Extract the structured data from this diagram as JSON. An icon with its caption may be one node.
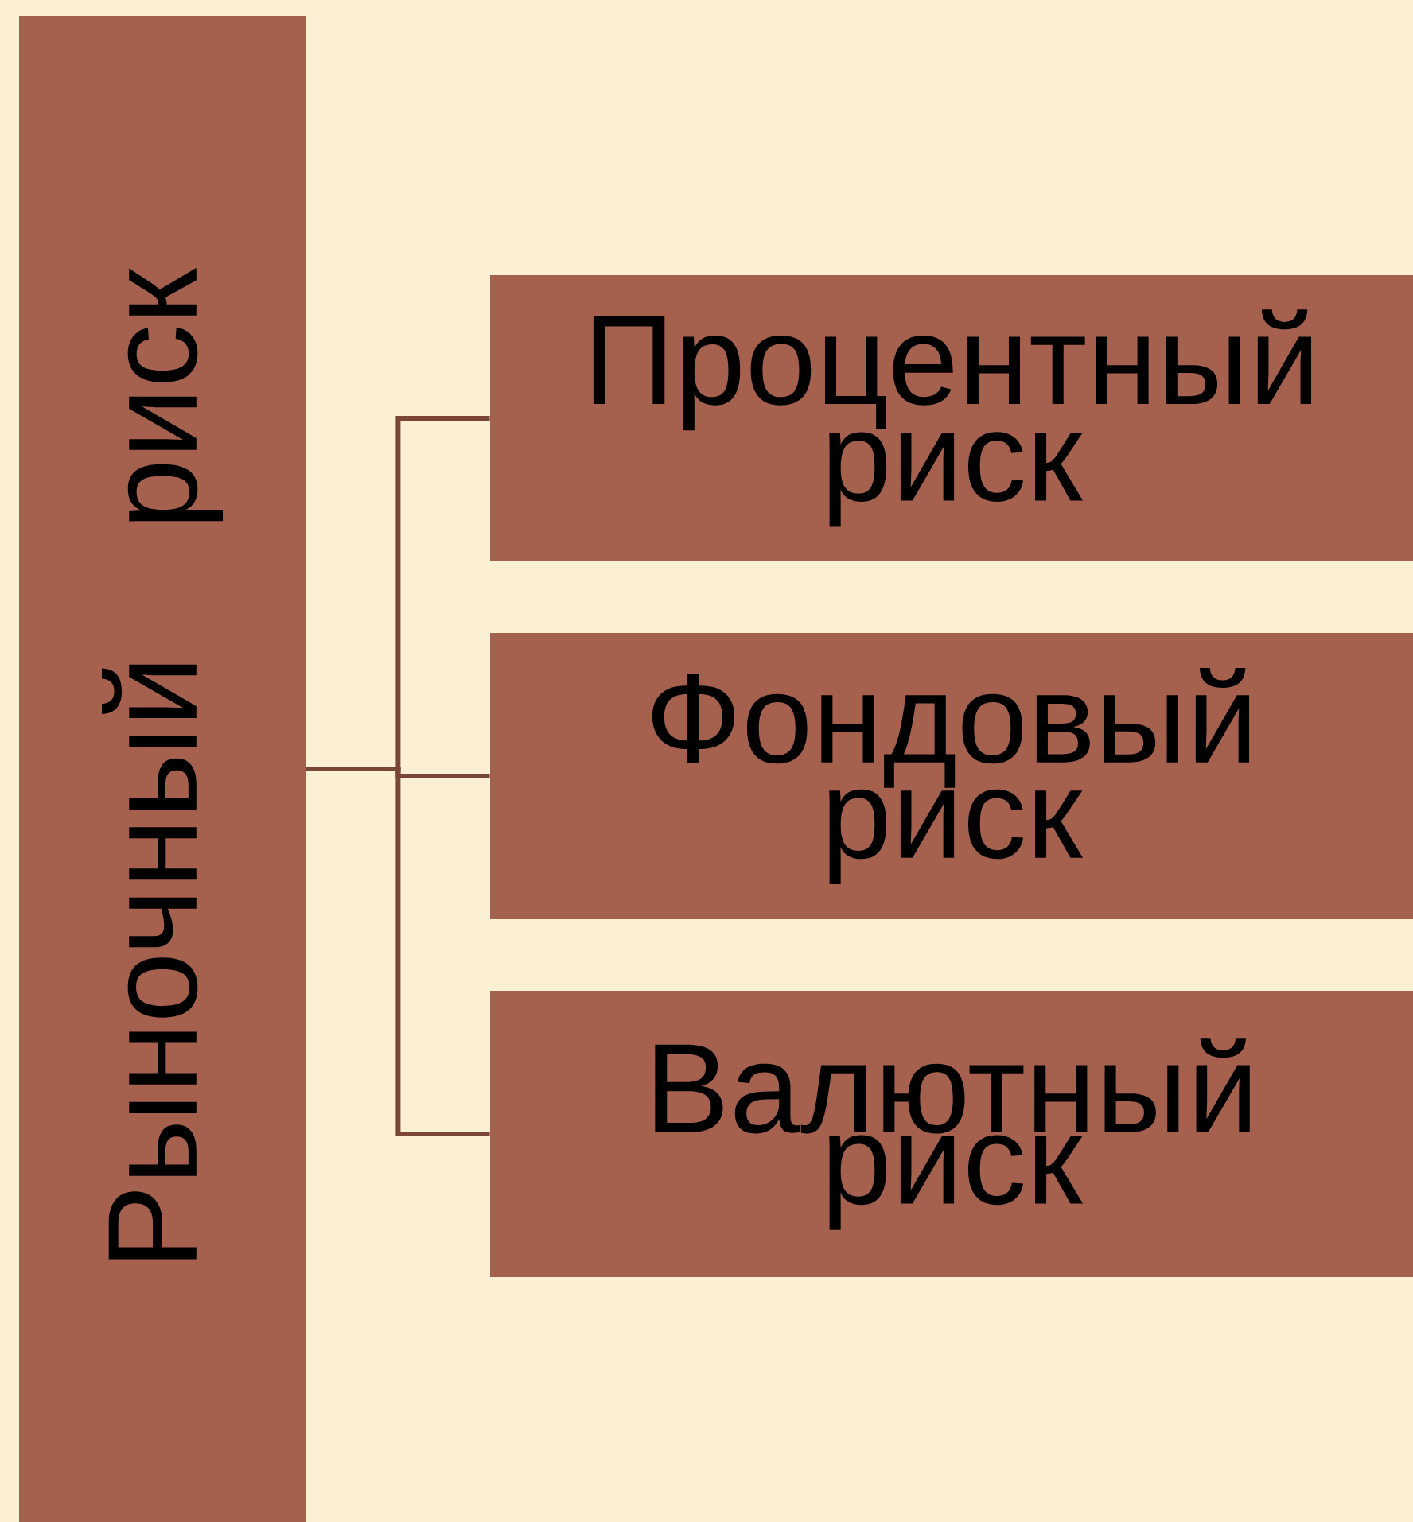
{
  "diagram": {
    "nodes": [
      {
        "text": [
          "Рыночный риск"
        ]
      },
      {
        "text": [
          "Процентный риск"
        ]
      },
      {
        "text": [
          "Фондовый риск"
        ]
      },
      {
        "text": [
          "Валютный риск"
        ]
      }
    ],
    "edges": [
      {
        "from": 0,
        "to": 1,
        "arrow": "none"
      },
      {
        "from": 0,
        "to": 2,
        "arrow": "none"
      },
      {
        "from": 0,
        "to": 3,
        "arrow": "none"
      }
    ]
  }
}
